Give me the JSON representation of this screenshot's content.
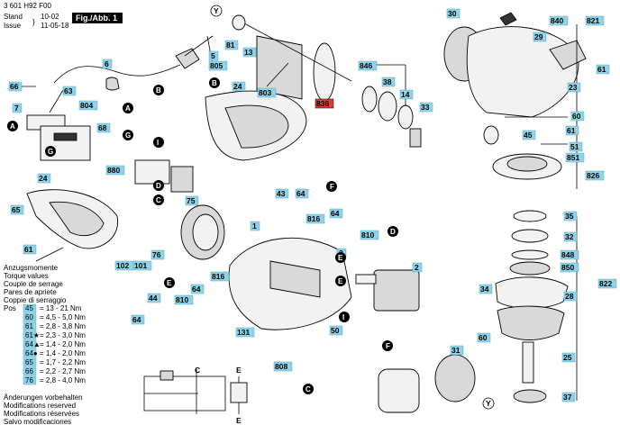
{
  "header": {
    "part_number": "3 601 H92 F00",
    "stand_label": "Stand",
    "issue_label": "Issue",
    "date1": "10-02",
    "date2": "11-05-18",
    "fig_label": "Fig./Abb. 1"
  },
  "torque": {
    "lines": [
      "Anzugsmomente",
      "Torque values",
      "Couple de serrage",
      "Pares de apriete",
      "Coppie di serraggio"
    ],
    "pos_label": "Pos",
    "rows": [
      {
        "pos": "45",
        "value": "= 13 - 21 Nm"
      },
      {
        "pos": "60",
        "value": "= 4,5 - 5,0 Nm"
      },
      {
        "pos": "61",
        "value": "= 2,8 - 3,8 Nm"
      },
      {
        "pos": "61★",
        "value": "= 2,3 - 3,0 Nm"
      },
      {
        "pos": "64▲",
        "value": "= 1,4 - 2,0 Nm"
      },
      {
        "pos": "64●",
        "value": "= 1,4 - 2,0 Nm"
      },
      {
        "pos": "65",
        "value": "= 1,7 - 2,2 Nm"
      },
      {
        "pos": "66",
        "value": "= 2,2 - 2,7 Nm"
      },
      {
        "pos": "76",
        "value": "= 2,8 - 4,0 Nm"
      }
    ]
  },
  "footer": {
    "lines": [
      "Änderungen vorbehalten",
      "Modifications reserved",
      "Modifications réservées",
      "Salvo modificaciones"
    ]
  },
  "wiring": {
    "c": "C",
    "e": "E"
  },
  "labels": {
    "l66": "66",
    "l7": "7",
    "l63": "63",
    "l804": "804",
    "l68": "68",
    "l6": "6",
    "l5": "5",
    "l805": "805",
    "l81": "81",
    "l13": "13",
    "l803": "803",
    "l24a": "24",
    "l836": "836",
    "l30": "30",
    "l840": "840",
    "l821": "821",
    "l29": "29",
    "l846": "846",
    "l38": "38",
    "l14": "14",
    "l33": "33",
    "l23": "23",
    "l61a": "61",
    "l60": "60",
    "l61b": "61",
    "l45": "45",
    "l51": "51",
    "l851": "851",
    "l826": "826",
    "l880": "880",
    "l24b": "24",
    "l65": "65",
    "l61c": "61",
    "l75": "75",
    "l43": "43",
    "l64a": "64",
    "l816a": "816",
    "l64b": "64",
    "l810a": "810",
    "l1": "1",
    "l3": "3",
    "l102": "102",
    "l101": "101",
    "l76": "76",
    "l816b": "816",
    "l64c": "64",
    "l810b": "810",
    "l44": "44",
    "l64d": "64",
    "l131": "131",
    "l2": "2",
    "l50": "50",
    "l808": "808",
    "l31": "31",
    "l35": "35",
    "l32": "32",
    "l848": "848",
    "l850": "850",
    "l34": "34",
    "l28": "28",
    "l822": "822",
    "l60b": "60",
    "l25": "25",
    "l37": "37"
  },
  "callouts": {
    "A": "A",
    "B": "B",
    "C": "C",
    "D": "D",
    "E": "E",
    "F": "F",
    "G": "G",
    "I": "I",
    "Y": "Y"
  }
}
